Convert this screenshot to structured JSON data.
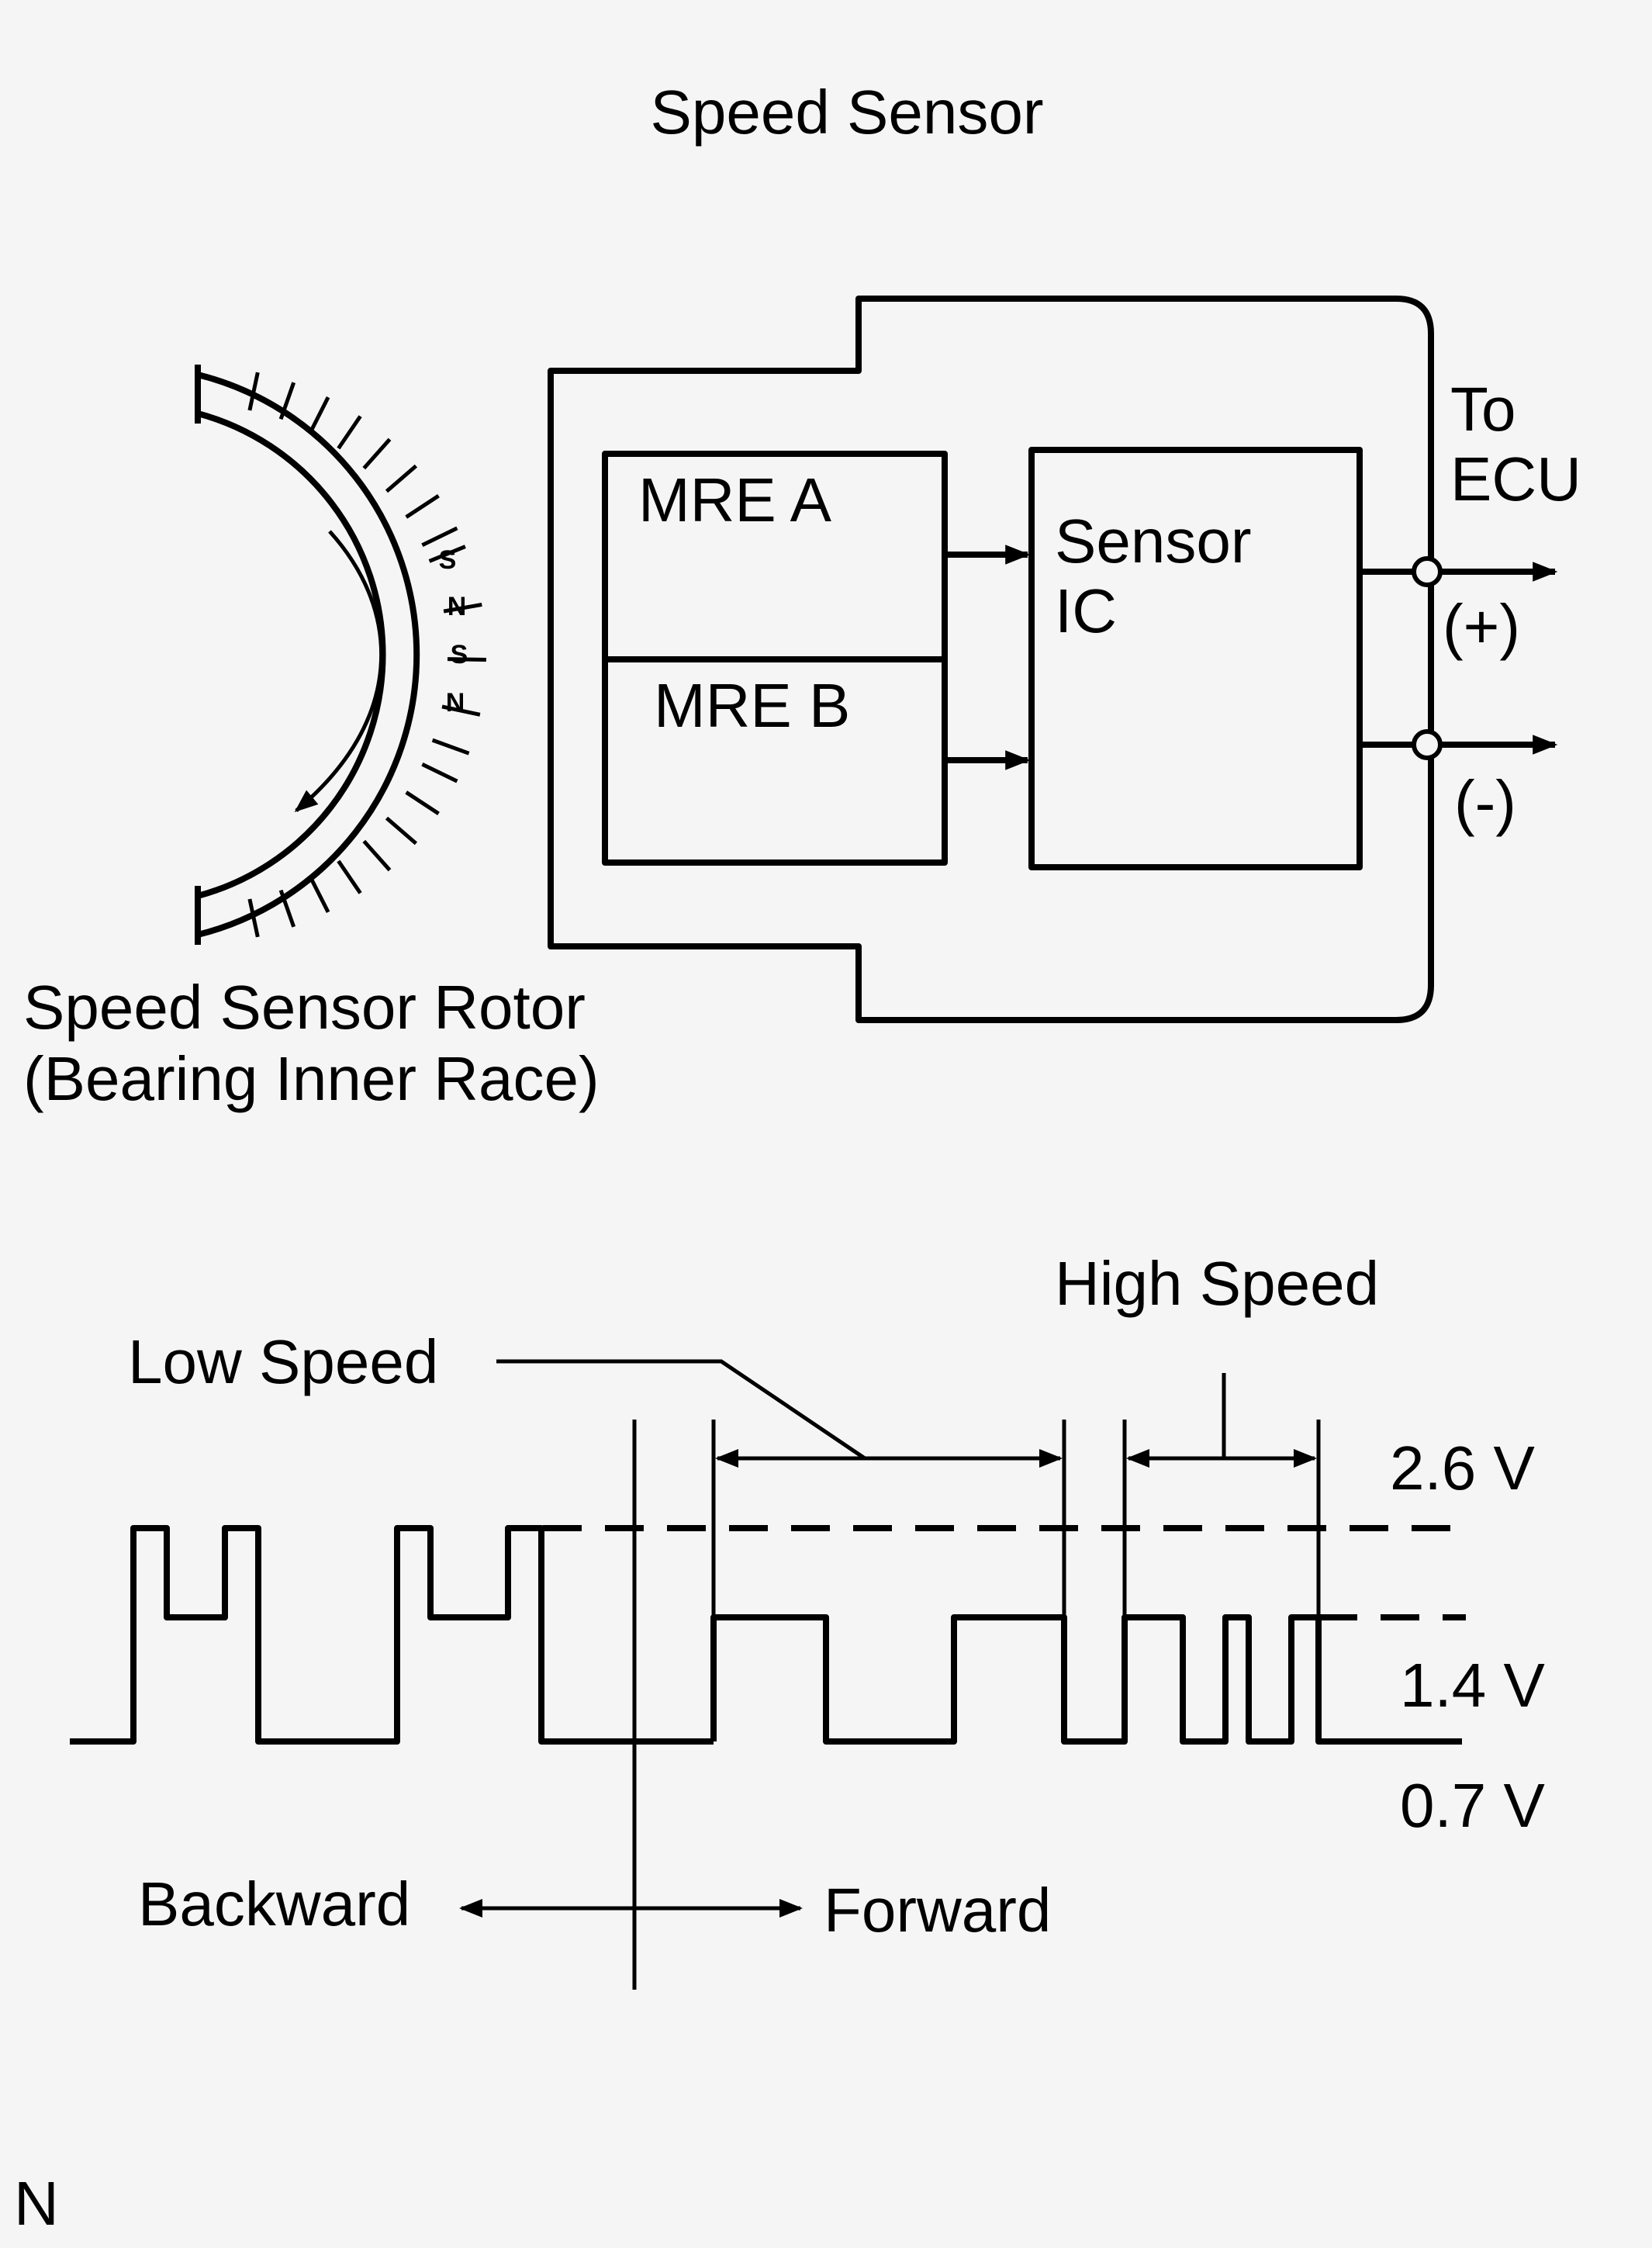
{
  "title": "Speed Sensor",
  "blocks": {
    "mre_a": "MRE A",
    "mre_b": "MRE B",
    "sensor_ic_line1": "Sensor",
    "sensor_ic_line2": "IC"
  },
  "output": {
    "to_line1": "To",
    "to_line2": "ECU",
    "plus": "(+)",
    "minus": "(-)"
  },
  "rotor": {
    "label_line1": "Speed Sensor Rotor",
    "label_line2": "(Bearing Inner Race)",
    "poles": [
      "S",
      "N",
      "S",
      "N"
    ]
  },
  "waveform": {
    "low_speed": "Low Speed",
    "high_speed": "High Speed",
    "levels": [
      "2.6 V",
      "1.4 V",
      "0.7 V"
    ],
    "backward": "Backward",
    "forward": "Forward"
  },
  "corner_mark": "N"
}
